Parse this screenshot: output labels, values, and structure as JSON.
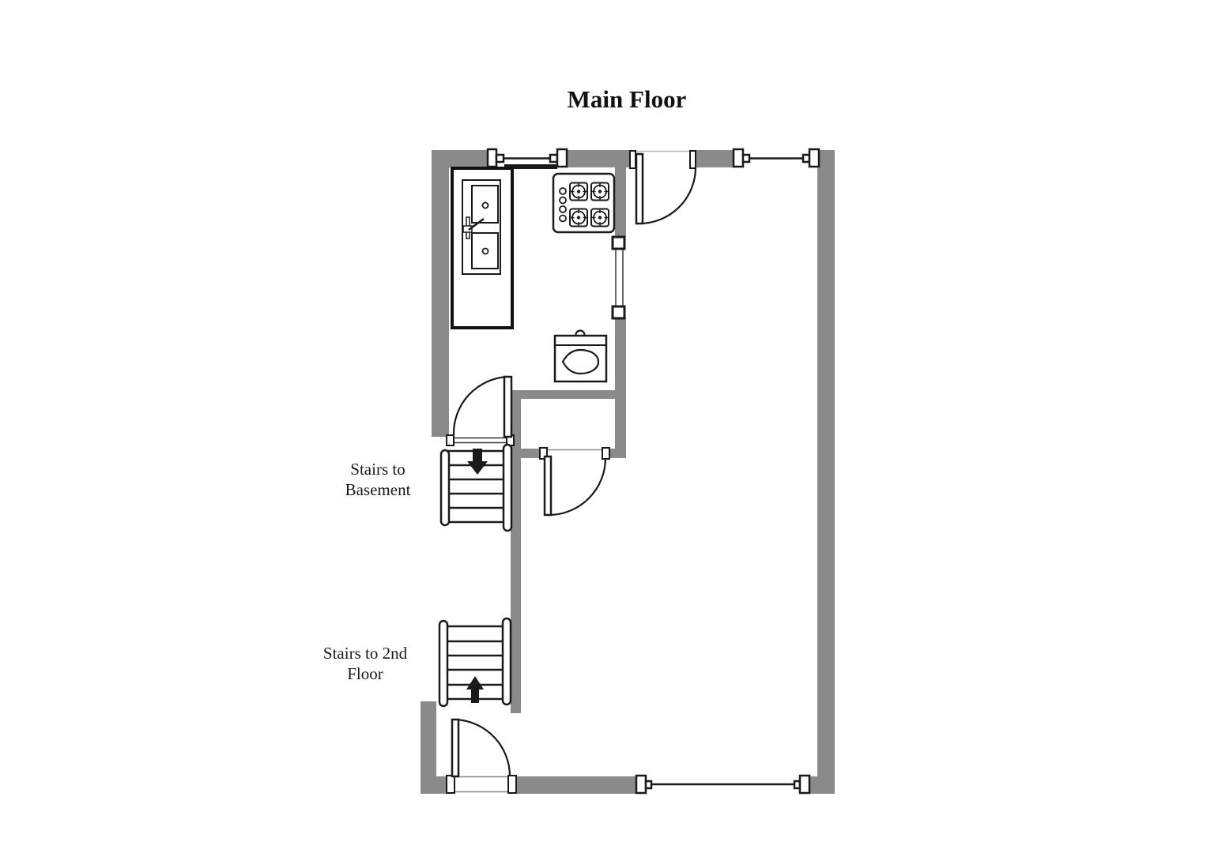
{
  "title": "Main Floor",
  "labels": {
    "stairs_to_basement": "Stairs to\nBasement",
    "stairs_to_2nd_floor": "Stairs to 2nd\nFloor"
  },
  "fixtures": {
    "sink": "double-basin kitchen sink with faucet",
    "stove": "4-burner stove with knobs",
    "toilet": "toilet with tank",
    "stairs_down": "staircase with down arrow",
    "stairs_up": "staircase with up arrow"
  },
  "symbols": {
    "windows": 3,
    "doors": 4,
    "wall_pass_through": 1
  },
  "colors": {
    "wall": "#8a8a8a",
    "line": "#1a1a1a",
    "background": "#ffffff"
  }
}
